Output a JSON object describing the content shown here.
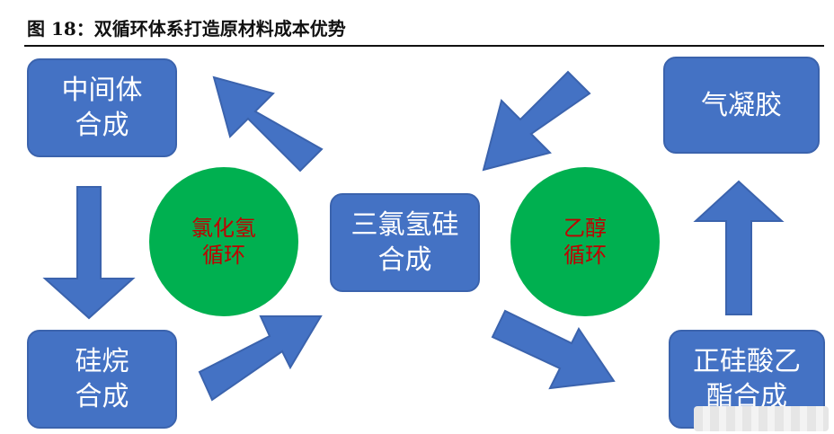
{
  "title": "图 18：双循环体系打造原材料成本优势",
  "nodes": {
    "intermediate": "中间体\n合成",
    "silane": "硅烷\n合成",
    "trichlorosilane": "三氯氢硅\n合成",
    "aerogel": "气凝胶",
    "tetraethyl": "正硅酸乙\n酯合成"
  },
  "cycles": {
    "hcl": "氯化氢\n循环",
    "ethanol": "乙醇\n循环"
  },
  "colors": {
    "box": "#4472c4",
    "circle": "#00b050",
    "cycle_text": "#c00000"
  }
}
